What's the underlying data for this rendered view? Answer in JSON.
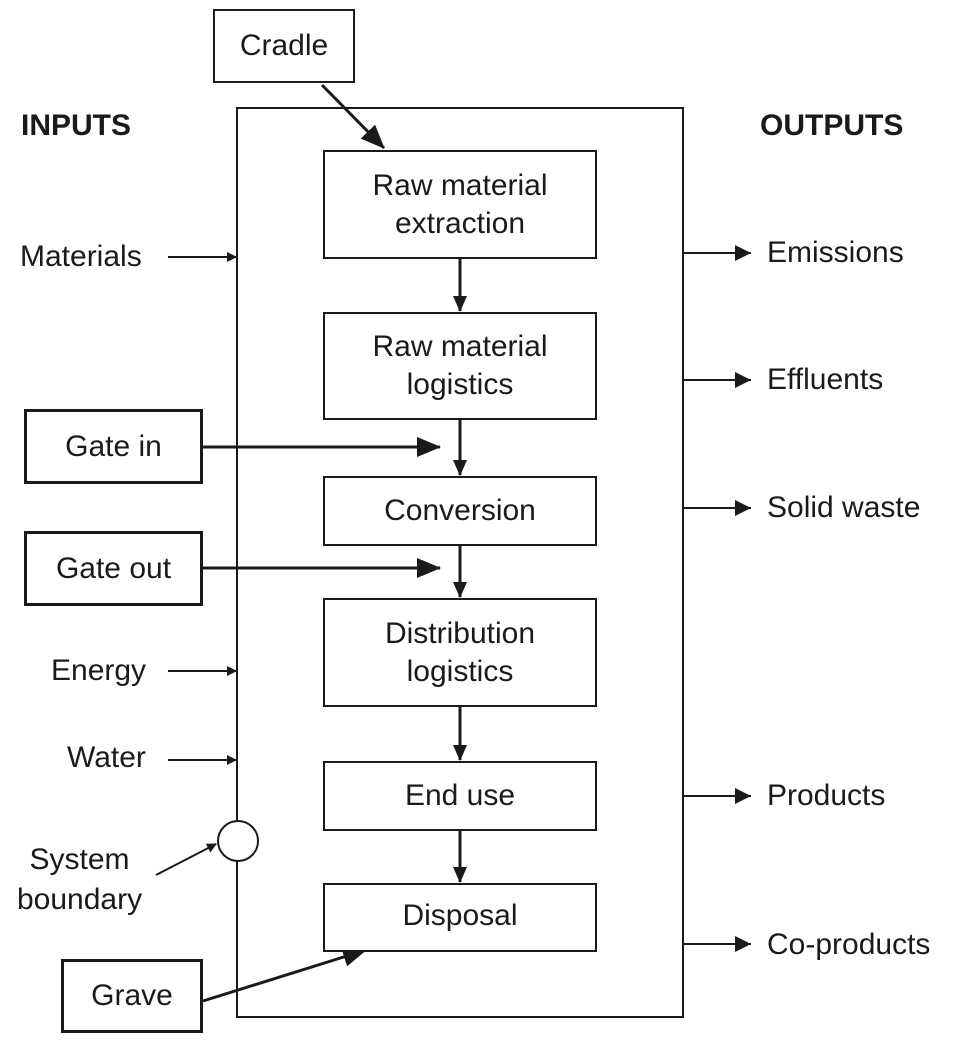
{
  "headings": {
    "inputs": "INPUTS",
    "outputs": "OUTPUTS"
  },
  "start_box": "Cradle",
  "process_steps": [
    "Raw material\nextraction",
    "Raw material\nlogistics",
    "Conversion",
    "Distribution\nlogistics",
    "End use",
    "Disposal"
  ],
  "gates": {
    "gate_in": "Gate in",
    "gate_out": "Gate out",
    "grave": "Grave"
  },
  "inputs": [
    "Materials",
    "Energy",
    "Water"
  ],
  "outputs": [
    "Emissions",
    "Effluents",
    "Solid waste",
    "Products",
    "Co-products"
  ],
  "boundary_label": "System\nboundary"
}
